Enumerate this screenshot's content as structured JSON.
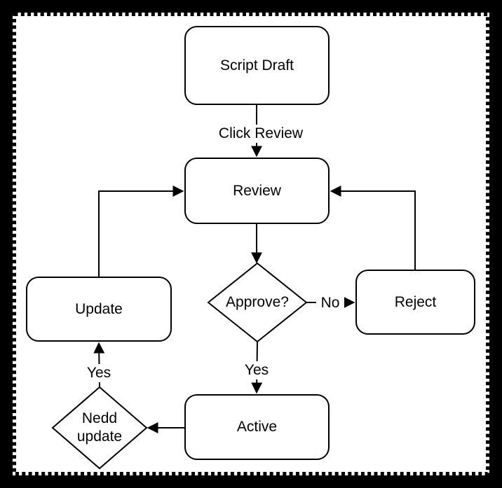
{
  "diagram": {
    "title": "script-review-flowchart",
    "colors": {
      "frame_background": "#000000",
      "canvas_background": "#ffffff",
      "stroke": "#000000",
      "node_fill": "#ffffff"
    },
    "nodes": [
      {
        "id": "script-draft",
        "shape": "rounded-rect",
        "label": "Script Draft"
      },
      {
        "id": "review",
        "shape": "rounded-rect",
        "label": "Review"
      },
      {
        "id": "approve",
        "shape": "diamond",
        "label": "Approve?"
      },
      {
        "id": "reject",
        "shape": "rounded-rect",
        "label": "Reject"
      },
      {
        "id": "update",
        "shape": "rounded-rect",
        "label": "Update"
      },
      {
        "id": "active",
        "shape": "rounded-rect",
        "label": "Active"
      },
      {
        "id": "need-update",
        "shape": "diamond",
        "label": "Nedd update",
        "label_lines": [
          "Nedd",
          "update"
        ]
      }
    ],
    "edges": [
      {
        "from": "script-draft",
        "to": "review",
        "label": "Click Review"
      },
      {
        "from": "review",
        "to": "approve",
        "label": ""
      },
      {
        "from": "approve",
        "to": "reject",
        "label": "No"
      },
      {
        "from": "reject",
        "to": "review",
        "label": ""
      },
      {
        "from": "update",
        "to": "review",
        "label": ""
      },
      {
        "from": "approve",
        "to": "active",
        "label": "Yes"
      },
      {
        "from": "active",
        "to": "need-update",
        "label": ""
      },
      {
        "from": "need-update",
        "to": "update",
        "label": "Yes"
      }
    ]
  }
}
